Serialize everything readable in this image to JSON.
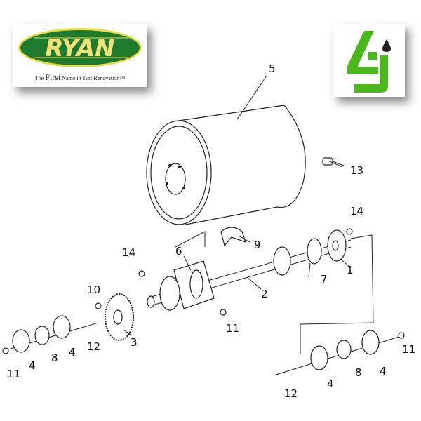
{
  "logos": {
    "ryan": {
      "brand": "RYAN",
      "tagline_prefix": "The",
      "tagline_emphasis": "First",
      "tagline_suffix": "Name in Turf Renovation™",
      "green": "#1f7a2e",
      "yellow": "#e8d84a"
    },
    "fourj": {
      "brand": "4J",
      "green": "#4cb61f"
    }
  },
  "callouts": {
    "drum": "5",
    "grease_fitting": "13",
    "nut_right_top": "14",
    "bracket": "9",
    "plate": "6",
    "nut_left": "14",
    "hub_plate": "1",
    "flange": "7",
    "shaft": "2",
    "bolt_left": "10",
    "nut_center": "11",
    "sprocket": "3",
    "bolt_left_lower": "12",
    "bearing_flange_a": "4",
    "bearing_left": "8",
    "bearing_flange_b": "4",
    "nut_far_left": "11",
    "nut_far_right": "11",
    "bearing_flange_c": "4",
    "bearing_right": "8",
    "bearing_flange_d": "4",
    "bolt_right": "12"
  }
}
